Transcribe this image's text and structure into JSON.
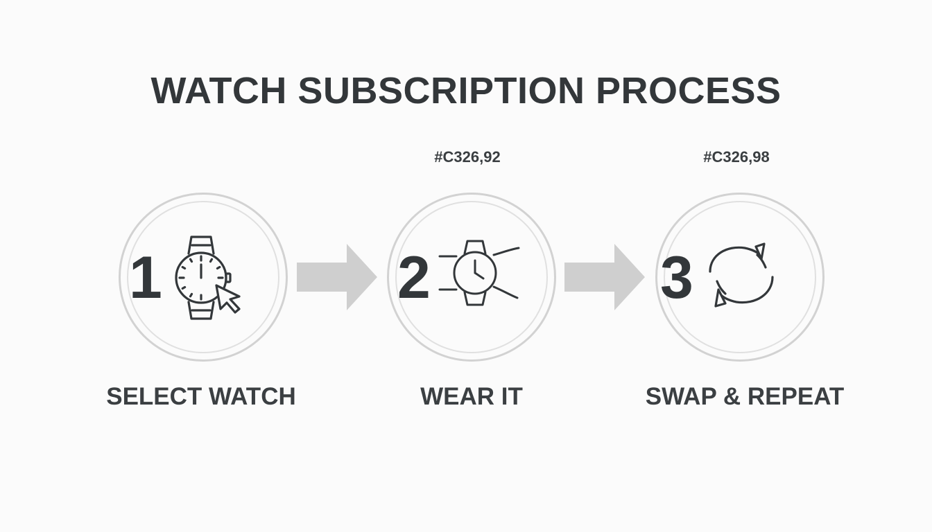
{
  "title": "WATCH SUBSCRIPTION PROCESS",
  "steps": [
    {
      "number": "1",
      "label": "SELECT WATCH",
      "code": "",
      "icon": "watch-select-icon"
    },
    {
      "number": "2",
      "label": "WEAR IT",
      "code": "#C326,92",
      "icon": "wrist-watch-icon"
    },
    {
      "number": "3",
      "label": "SWAP & REPEAT",
      "code": "#C326,98",
      "icon": "swap-cycle-icon"
    }
  ],
  "colors": {
    "text": "#33373a",
    "circle_outline": "#d2d2d2",
    "arrow": "#cfcfcf",
    "background": "#fbfbfb"
  }
}
